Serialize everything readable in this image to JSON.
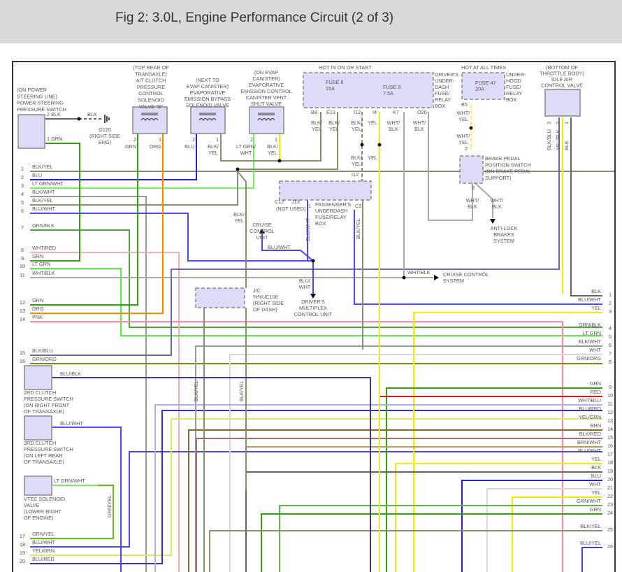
{
  "title": "Fig 2: 3.0L, Engine Performance Circuit (2 of 3)",
  "colors": {
    "component_fill": "#dcdcf8",
    "component_border": "#888888",
    "frame": "#333333"
  },
  "left_pins": [
    {
      "n": "1",
      "wire": "BLK/YEL"
    },
    {
      "n": "2",
      "wire": "BLU"
    },
    {
      "n": "3",
      "wire": "LT GRN/WHT"
    },
    {
      "n": "4",
      "wire": "BLK/WHT"
    },
    {
      "n": "5",
      "wire": "BLK/YEL"
    },
    {
      "n": "6",
      "wire": "BLU/WHT"
    },
    {
      "n": "7",
      "wire": "GRN/BLK"
    },
    {
      "n": "8",
      "wire": "WHT/RED"
    },
    {
      "n": "9",
      "wire": "GRN"
    },
    {
      "n": "10",
      "wire": "LT GRN"
    },
    {
      "n": "11",
      "wire": "WHT/BLK"
    },
    {
      "n": "12",
      "wire": "GRN"
    },
    {
      "n": "13",
      "wire": "ORG"
    },
    {
      "n": "14",
      "wire": "PNK"
    },
    {
      "n": "15",
      "wire": "BLK/BLU"
    },
    {
      "n": "16",
      "wire": "GRN/ORG"
    },
    {
      "n": "17",
      "wire": "GRN/YEL"
    },
    {
      "n": "18",
      "wire": "BLU/WHT"
    },
    {
      "n": "19",
      "wire": "YEL/GRN"
    },
    {
      "n": "20",
      "wire": "BLU/RED"
    }
  ],
  "right_pins": [
    {
      "n": "1",
      "wire": "BLK"
    },
    {
      "n": "2",
      "wire": "BLU/WHT"
    },
    {
      "n": "3",
      "wire": "YEL"
    },
    {
      "n": "4",
      "wire": "GRN/BLK"
    },
    {
      "n": "5",
      "wire": "LT GRN"
    },
    {
      "n": "6",
      "wire": "BLK/WHT"
    },
    {
      "n": "7",
      "wire": "WHT"
    },
    {
      "n": "8",
      "wire": "GRN/ORG"
    },
    {
      "n": "9",
      "wire": "GRN"
    },
    {
      "n": "10",
      "wire": "RED"
    },
    {
      "n": "11",
      "wire": "WHT/BLU"
    },
    {
      "n": "12",
      "wire": "BLU/RED"
    },
    {
      "n": "13",
      "wire": "YEL/GRN"
    },
    {
      "n": "14",
      "wire": "BRN"
    },
    {
      "n": "15",
      "wire": "BLK/RED"
    },
    {
      "n": "16",
      "wire": "BRN/WHT"
    },
    {
      "n": "17",
      "wire": "BLU/WHT"
    },
    {
      "n": "18",
      "wire": "YEL"
    },
    {
      "n": "19",
      "wire": "BLK"
    },
    {
      "n": "20",
      "wire": "BLU"
    },
    {
      "n": "21",
      "wire": "WHT"
    },
    {
      "n": "22",
      "wire": "YEL"
    },
    {
      "n": "23",
      "wire": "GRN/WHT"
    },
    {
      "n": "24",
      "wire": "GRN"
    },
    {
      "n": "25",
      "wire": "BLK/YEL"
    },
    {
      "n": "26",
      "wire": "BLU/YEL"
    }
  ],
  "components": {
    "ps_switch": {
      "lines": [
        "(ON POWER",
        "STEERING LINE)",
        "POWER STEERING",
        "PRESSURE SWITCH"
      ],
      "pin2": "2  BLK",
      "pin1": "1  GRN",
      "ground_wire": "BLK",
      "ground": [
        "G120",
        "(RIGHT SIDE",
        "ENG)"
      ]
    },
    "at_clutch": {
      "lines": [
        "(TOP REAR OF",
        "TRANSAXLE)",
        "A/T CLUTCH",
        "PRESSURE",
        "CONTROL",
        "SOLENOID",
        "VALVE \"B\""
      ],
      "pin2": "2",
      "pin1": "1",
      "wire2": "GRN",
      "wire1": "ORG"
    },
    "evap_bypass": {
      "lines": [
        "(NEXT TO",
        "EVAP CANISTER)",
        "EVAPORATIVE",
        "EMISSION BYPASS",
        "SOLENOID VALVE"
      ],
      "pin2": "2",
      "pin1": "1",
      "wire2": [
        "BLU"
      ],
      "wire1": [
        "BLK/",
        "YEL"
      ]
    },
    "evap_vent": {
      "lines": [
        "(ON EVAP",
        "CANISTER)",
        "EVAPORATIVE",
        "EMISSION CONTROL",
        "CANISTER VENT",
        "SHUT VALVE"
      ],
      "pin2": "2",
      "pin1": "1",
      "wire2": [
        "LT GRN/",
        "WHT"
      ],
      "wire1": [
        "BLK/",
        "YEL"
      ]
    },
    "driver_fuse_box": {
      "header": "HOT IN ON OR START",
      "fuse6": [
        "FUSE 6",
        "15A"
      ],
      "fuse9": [
        "FUSE 9",
        "7.5A"
      ],
      "lines": [
        "DRIVER'S",
        "UNDER-",
        "DASH",
        "FUSE/",
        "RELAY",
        "BOX"
      ],
      "pins": [
        "B8",
        "E13",
        "I12",
        "I4",
        "K7",
        "O20"
      ],
      "wires": [
        [
          "BLK/",
          "YEL"
        ],
        [
          "BLK/",
          "YEL"
        ],
        [
          "BLK/",
          "YEL"
        ],
        [
          "YEL"
        ],
        [
          "WHT/",
          "BLK"
        ],
        [
          "WHT/",
          "BLK"
        ]
      ],
      "wires_lower": [
        [
          "BLK/",
          "YEL"
        ],
        [
          "YEL"
        ]
      ]
    },
    "underhood_fuse_box": {
      "header": "HOT AT ALL TIMES",
      "fuse47": [
        "FUSE 47",
        "20A"
      ],
      "lines": [
        "UNDER-",
        "HOOD",
        "FUSE/",
        "RELAY",
        "BOX"
      ],
      "pin": "B5",
      "wire_a": [
        "WHT/",
        "YEL"
      ],
      "wire_b": [
        "WHT/",
        "YEL"
      ]
    },
    "iac_valve": {
      "lines": [
        "(BOTTOM OF",
        "THROTTLE BODY)",
        "IDLE AIR",
        "CONTROL VALVE"
      ],
      "pins": [
        "3",
        "2",
        "1"
      ],
      "wires": [
        "BLK/BLU",
        "YEL/BLK",
        "BLK"
      ]
    },
    "brake_switch": {
      "lines": [
        "BRAKE PEDAL",
        "POSITION SWITCH",
        "(ON BRAKE PEDAL",
        "SUPPORT)"
      ],
      "pin2": "2",
      "pin3": "3",
      "wire_a": [
        "WHT/",
        "BLK"
      ],
      "wire_b": [
        "WHT/",
        "BLK"
      ],
      "abs": [
        "ANTI-LOCK",
        "BRAKES",
        "SYSTEM"
      ]
    },
    "passenger_box": {
      "pin_top": "I12",
      "pins": [
        "C12",
        "J13",
        "I1",
        "C3"
      ],
      "not_used": "(NOT USED)",
      "lines": [
        "PASSENGER'S",
        "UNDERDASH",
        "FUSE/RELAY",
        "BOX"
      ],
      "wire_i1": "BLU/WHT",
      "wire_c3": "BLK/YEL"
    },
    "cruise_unit": {
      "lines": [
        "CRUISE",
        "CONTROL",
        "UNIT"
      ],
      "wire": "BLU/WHT",
      "wire_left": [
        "BLK/",
        "YEL"
      ]
    },
    "multiplex": {
      "wire": [
        "BLU/",
        "WHT"
      ],
      "lines": [
        "DRIVER'S",
        "MULTIPLEX",
        "CONTROL UNIT"
      ]
    },
    "cruise_system": {
      "wire": "WHT/BLK",
      "lines": [
        "CRUISE CONTROL",
        "SYSTEM"
      ]
    },
    "jc": {
      "lines": [
        "J/C",
        "%%UC108",
        "(RIGHT SIDE",
        "OF DASH)"
      ],
      "wire_a": "BLK/YEL",
      "wire_b": "BLK/YEL"
    },
    "clutch2": {
      "lines": [
        "2RD CLUTCH",
        "PRESSURE SWITCH",
        "(ON RIGHT FRONT",
        "OF TRANSAXLE)"
      ],
      "wire": "BLU/BLK"
    },
    "clutch3": {
      "lines": [
        "3RD CLUTCH",
        "PRESSURE SWITCH",
        "(ON LEFT REAR",
        "OF TRANSAXLE)"
      ],
      "wire": "BLU/WHT"
    },
    "vtec": {
      "lines": [
        "VTEC SOLENOID",
        "VALVE",
        "(LOWER RIGHT",
        "OF ENGINE)"
      ],
      "wire": "LT GRN/WHT",
      "wire_v": "GRN/YEL"
    }
  }
}
